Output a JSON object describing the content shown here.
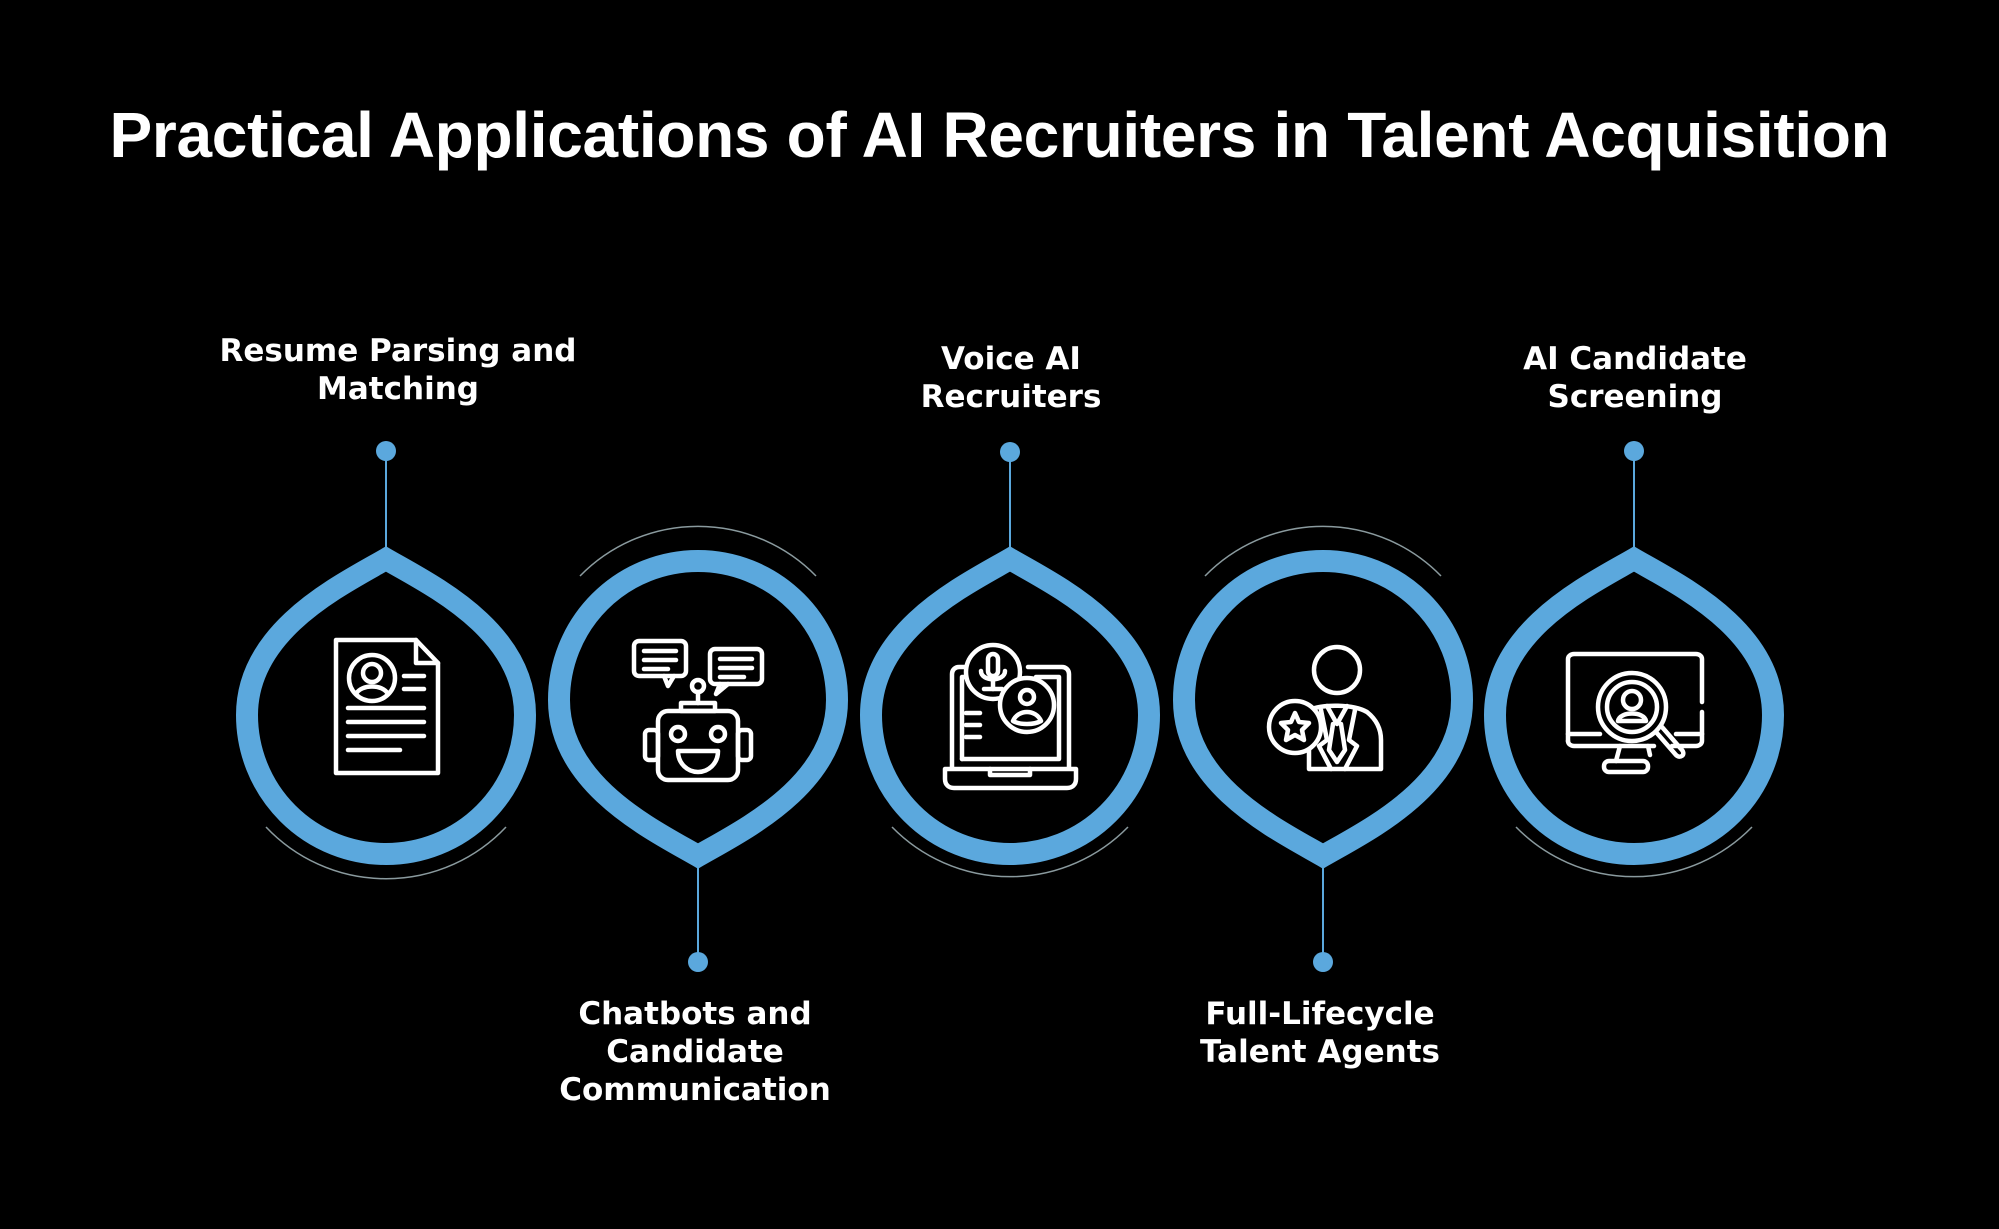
{
  "title": "Practical Applications of AI Recruiters in Talent Acquisition",
  "colors": {
    "background": "#000000",
    "accent": "#5BA8DD",
    "arc": "#8A9A9E",
    "text": "#FFFFFF"
  },
  "items": [
    {
      "id": "resume",
      "line1": "Resume Parsing and",
      "line2": "Matching",
      "label_position": "top",
      "icon": "resume-document-icon",
      "tip": "top"
    },
    {
      "id": "chatbots",
      "line1": "Chatbots and Candidate",
      "line2": "Communication",
      "label_position": "bottom",
      "icon": "chatbot-icon",
      "tip": "bottom"
    },
    {
      "id": "voice",
      "line1": "Voice AI",
      "line2": "Recruiters",
      "label_position": "top",
      "icon": "laptop-microphone-icon",
      "tip": "top"
    },
    {
      "id": "lifecycle",
      "line1": "Full-Lifecycle",
      "line2": "Talent Agents",
      "label_position": "bottom",
      "icon": "agent-star-icon",
      "tip": "bottom"
    },
    {
      "id": "screening",
      "line1": "AI Candidate",
      "line2": "Screening",
      "label_position": "top",
      "icon": "monitor-magnifier-icon",
      "tip": "top"
    }
  ]
}
